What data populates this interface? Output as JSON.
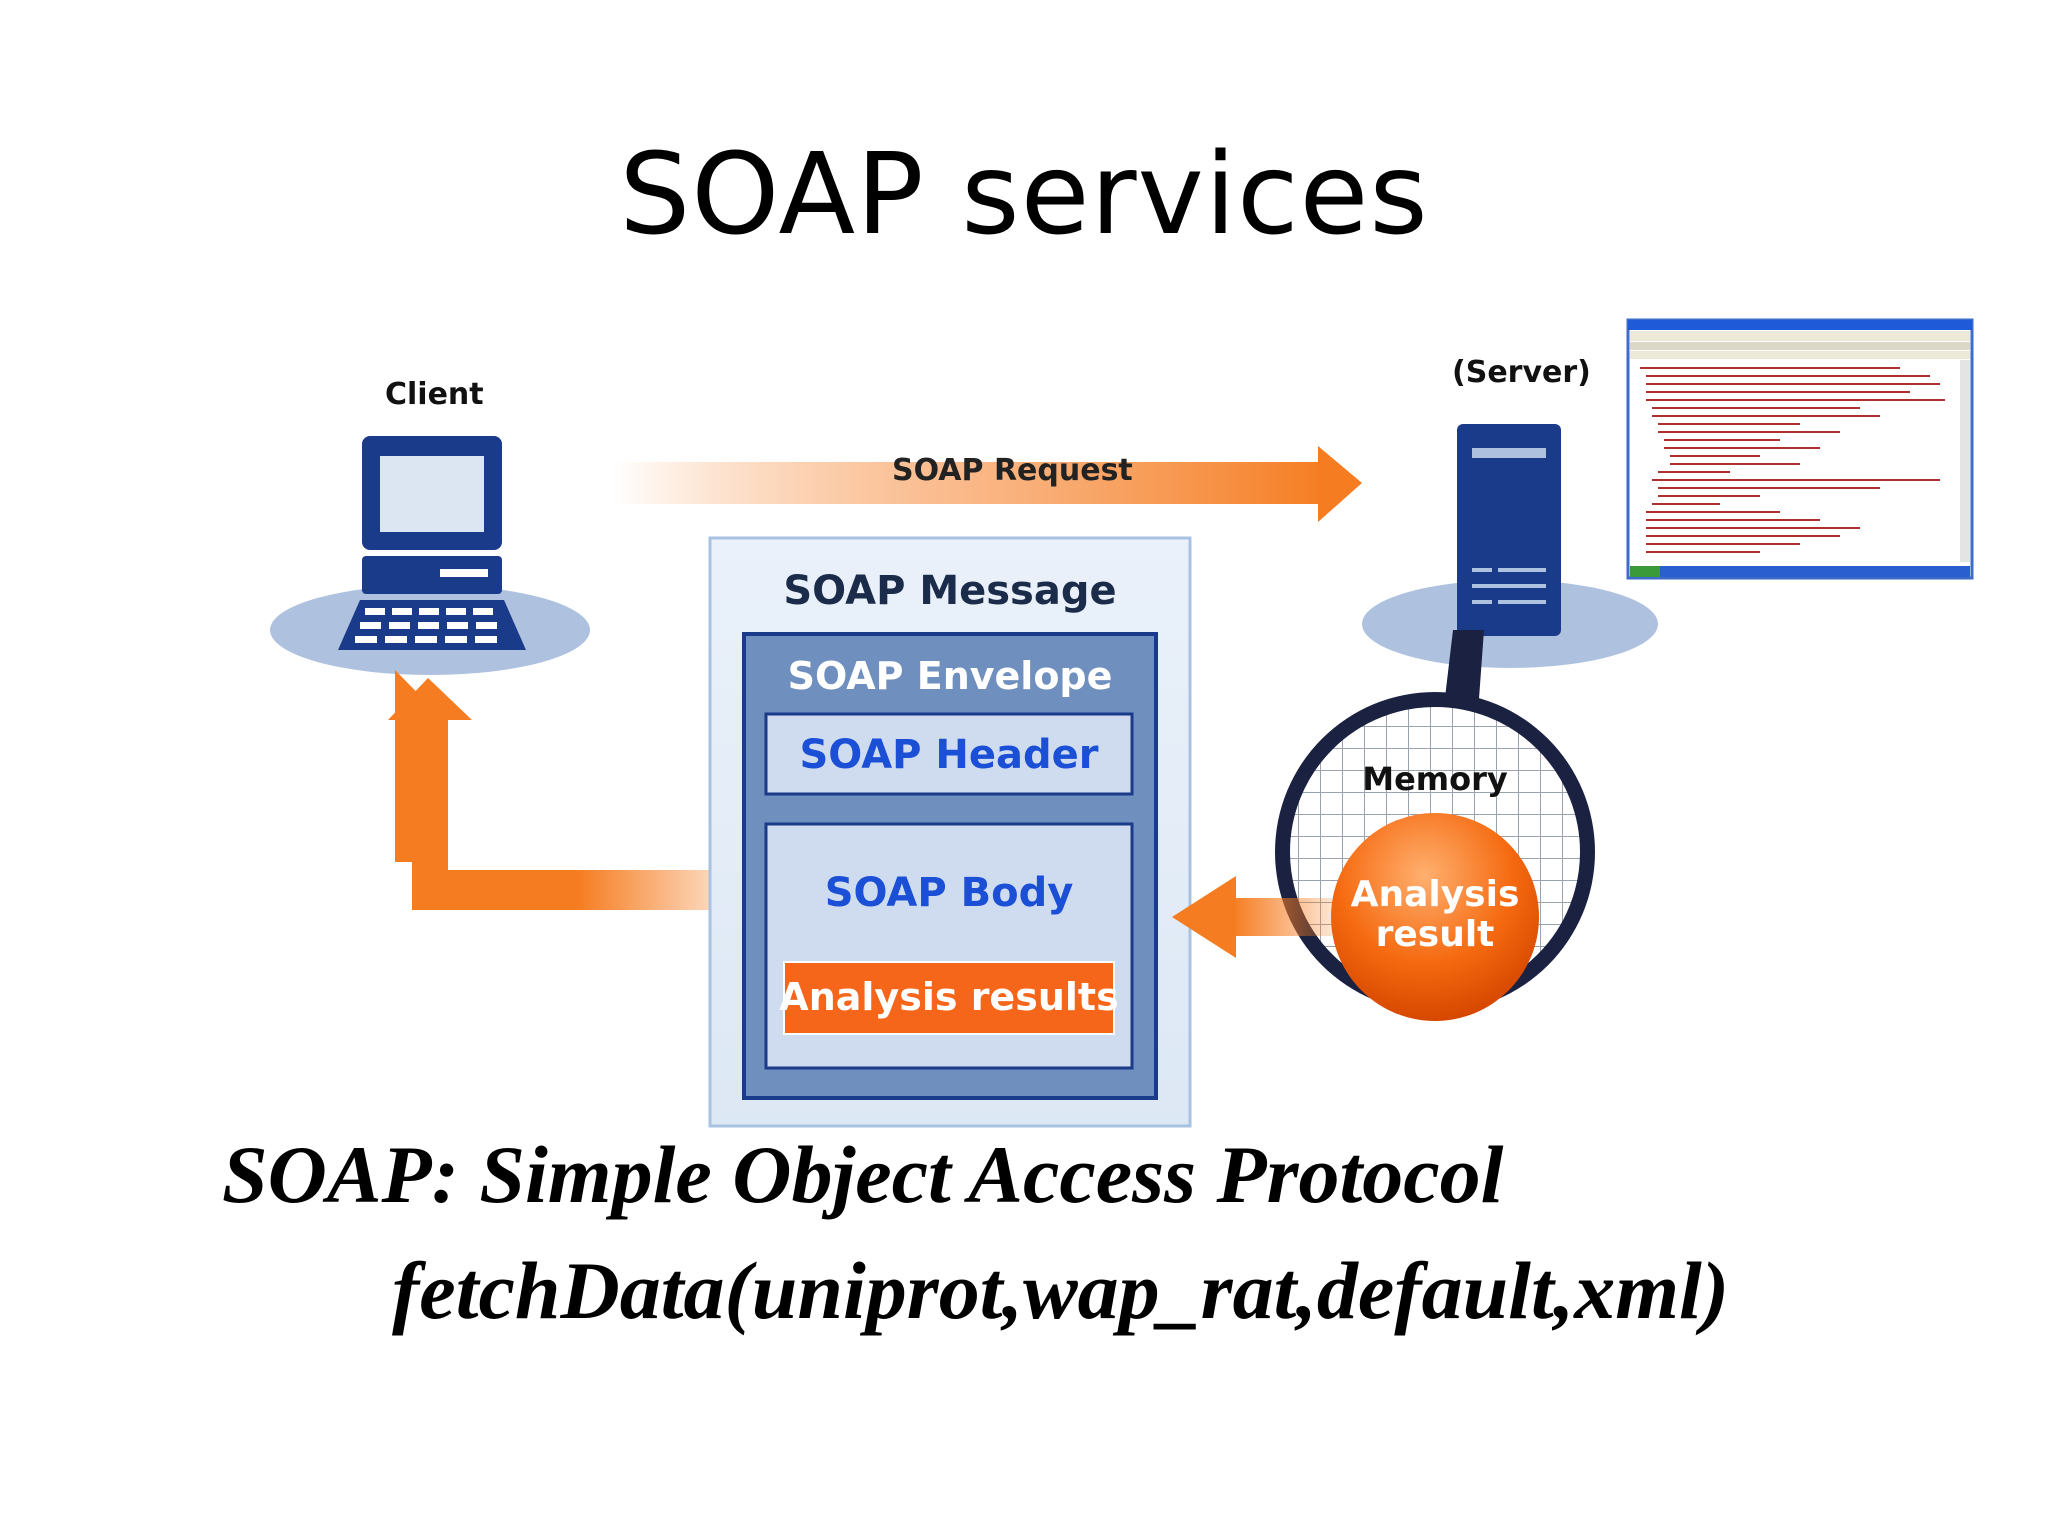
{
  "title": "SOAP services",
  "diagram": {
    "client_label": "Client",
    "server_label": "(Server)",
    "request_label": "SOAP Request",
    "message_label": "SOAP Message",
    "envelope_label": "SOAP Envelope",
    "header_label": "SOAP Header",
    "body_label": "SOAP Body",
    "results_label": "Analysis results",
    "memory_label": "Memory",
    "analysis_line1": "Analysis",
    "analysis_line2": "result"
  },
  "caption": {
    "line1": "SOAP: Simple Object Access Protocol",
    "line2": "fetchData(uniprot,wap_rat,default,xml)"
  },
  "colors": {
    "navy": "#1a3a8a",
    "orange": "#f57c20",
    "light_blue": "#bcd0ea"
  }
}
